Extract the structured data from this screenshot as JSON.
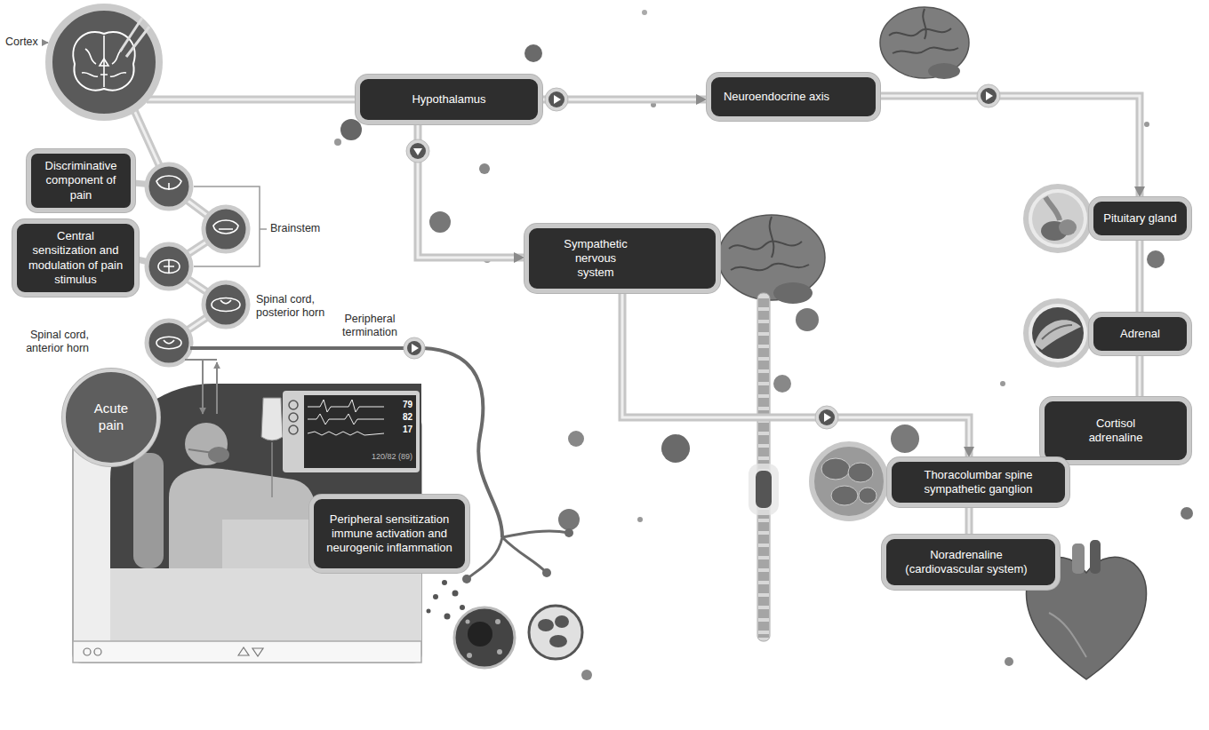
{
  "diagram": {
    "nodes": [
      {
        "text": [
          "Hypothalamus"
        ]
      },
      {
        "text": [
          "Neuroendocrine axis"
        ]
      },
      {
        "text": [
          "Discriminative component of pain"
        ]
      },
      {
        "text": [
          "Central sensitization and modulation of pain stimulus"
        ]
      },
      {
        "text": [
          "Sympathetic nervous system"
        ]
      },
      {
        "text": [
          "Pituitary gland"
        ]
      },
      {
        "text": [
          "Adrenal"
        ]
      },
      {
        "text": [
          "Cortisol adrenaline"
        ]
      },
      {
        "text": [
          "Thoracolumbar spine sympathetic ganglion"
        ]
      },
      {
        "text": [
          "Acute pain"
        ]
      },
      {
        "text": [
          "Peripheral sensitization immune activation and neurogenic inflammation"
        ]
      },
      {
        "text": [
          "Noradrenaline (cardiovascular system)"
        ]
      }
    ],
    "edges": [
      {
        "from": 0,
        "to": 1,
        "arrow": "to"
      },
      {
        "from": 0,
        "to": 4,
        "arrow": "to"
      },
      {
        "from": 1,
        "to": 5,
        "arrow": "to"
      },
      {
        "from": 5,
        "to": 6,
        "arrow": "none"
      },
      {
        "from": 6,
        "to": 7,
        "arrow": "none"
      },
      {
        "from": 4,
        "to": 8,
        "arrow": "to"
      },
      {
        "from": 8,
        "to": 11,
        "arrow": "none"
      }
    ],
    "labels": [
      "Cortex",
      "Brainstem",
      "Spinal cord, posterior horn",
      "Spinal cord, anterior horn",
      "Peripheral termination",
      "79",
      "82",
      "17",
      "120/82 (89)"
    ]
  }
}
